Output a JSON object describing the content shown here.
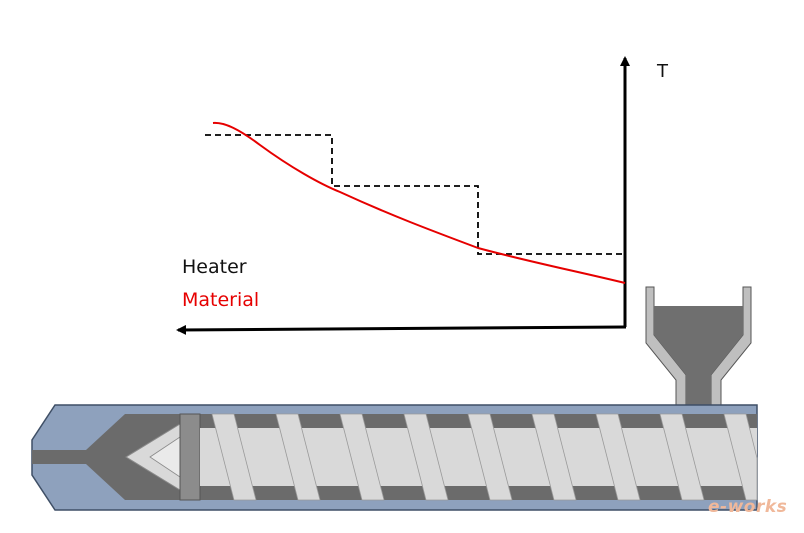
{
  "labels": {
    "temperature_axis": "T",
    "heater": "Heater",
    "material": "Material",
    "watermark": "e-works"
  },
  "colors": {
    "heater_line": "#000000",
    "material_line": "#e60000",
    "barrel_outer": "#8ea1bd",
    "barrel_edge": "#3f4f66",
    "metal_dark": "#6b6b6b",
    "metal_light": "#d9d9d9",
    "hopper_fill": "#6f6f6f"
  }
}
